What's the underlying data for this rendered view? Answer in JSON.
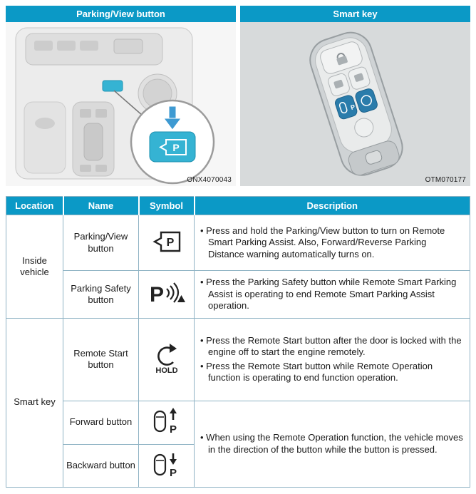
{
  "colors": {
    "accent": "#0b99c6",
    "table_border": "#8fb3c4",
    "console_button_teal": "#35b3d3",
    "callout_arrow_blue": "#3e9ad2",
    "smart_key_button_blue": "#2a7cab"
  },
  "icons": {
    "p": "P"
  },
  "panels": {
    "left": {
      "title": "Parking/View button",
      "code": "ONX4070043"
    },
    "right": {
      "title": "Smart key",
      "code": "OTM070177"
    }
  },
  "table": {
    "headers": [
      "Location",
      "Name",
      "Symbol",
      "Description"
    ],
    "location_inside": "Inside vehicle",
    "location_smartkey": "Smart key",
    "rows": [
      {
        "name": "Parking/View button",
        "symbol": "parking-view",
        "bullets": [
          "Press and hold the Parking/View button to turn on Remote Smart Parking Assist. Also, Forward/Reverse Parking Distance warning automatically turns on."
        ]
      },
      {
        "name": "Parking Safety button",
        "symbol": "parking-safety",
        "bullets": [
          "Press the Parking Safety button while Remote Smart Parking Assist is operating to end Remote Smart Parking Assist operation."
        ]
      },
      {
        "name": "Remote Start button",
        "symbol": "remote-start",
        "symbol_label": "HOLD",
        "bullets": [
          "Press the Remote Start button after the door is locked with the engine off to start the engine remotely.",
          "Press the Remote Start button while Remote Operation function is operating to end function operation."
        ]
      },
      {
        "name": "Forward button",
        "symbol": "forward-p"
      },
      {
        "name": "Backward button",
        "symbol": "backward-p"
      }
    ],
    "shared_bullets": [
      "When using the Remote Operation function, the vehicle moves in the direction of the button while the button is pressed."
    ]
  }
}
